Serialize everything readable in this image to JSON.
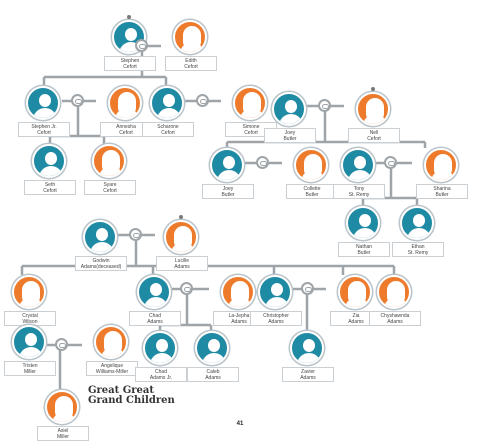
{
  "people": [
    {
      "id": "p1",
      "name": "Stephen\nCefort",
      "gender": "male",
      "pin": true
    },
    {
      "id": "p2",
      "name": "Edith\nCefort",
      "gender": "female",
      "pin": false
    },
    {
      "id": "p3",
      "name": "Stephen Jr.\nCefort",
      "gender": "male",
      "pin": false
    },
    {
      "id": "p4",
      "name": "Annesha\nCefort",
      "gender": "female",
      "pin": false
    },
    {
      "id": "p5",
      "name": "Scharone\nCefort",
      "gender": "male",
      "pin": false
    },
    {
      "id": "p6",
      "name": "Simone\nCefort",
      "gender": "female",
      "pin": false
    },
    {
      "id": "p7",
      "name": "Seth\nCefort",
      "gender": "male",
      "pin": false
    },
    {
      "id": "p8",
      "name": "Syare\nCefort",
      "gender": "female",
      "pin": false
    },
    {
      "id": "p9",
      "name": "Joey\nButler",
      "gender": "male",
      "pin": false
    },
    {
      "id": "p10",
      "name": "Nell\nCefort",
      "gender": "female",
      "pin": true
    },
    {
      "id": "p11",
      "name": "Joey\nButler",
      "gender": "male",
      "pin": false
    },
    {
      "id": "p12",
      "name": "Collette\nButler",
      "gender": "female",
      "pin": false
    },
    {
      "id": "p13",
      "name": "Tony\nSt. Remy",
      "gender": "male",
      "pin": false
    },
    {
      "id": "p14",
      "name": "Sharina\nButler",
      "gender": "female",
      "pin": false
    },
    {
      "id": "p15",
      "name": "Nathan\nButler",
      "gender": "male",
      "pin": false
    },
    {
      "id": "p16",
      "name": "Ethan\nSt. Remy",
      "gender": "male",
      "pin": false
    },
    {
      "id": "p17",
      "name": "Godwin\nAdams(deceased)",
      "gender": "male",
      "pin": false
    },
    {
      "id": "p18",
      "name": "Lucille\nAdams",
      "gender": "female",
      "pin": true
    },
    {
      "id": "p19",
      "name": "Crystal\nWilson",
      "gender": "female",
      "pin": false
    },
    {
      "id": "p20",
      "name": "Chad\nAdams",
      "gender": "male",
      "pin": false
    },
    {
      "id": "p21",
      "name": "La-Jepha\nAdams",
      "gender": "female",
      "pin": false
    },
    {
      "id": "p22",
      "name": "Christopher\nAdams",
      "gender": "male",
      "pin": false
    },
    {
      "id": "p23",
      "name": "Zia\nAdams",
      "gender": "female",
      "pin": false
    },
    {
      "id": "p24",
      "name": "Chyshawnda\nAdams",
      "gender": "female",
      "pin": false
    },
    {
      "id": "p25",
      "name": "Tristen\nMiller",
      "gender": "male",
      "pin": false
    },
    {
      "id": "p26",
      "name": "Angelique\nWilliams-Miller",
      "gender": "female",
      "pin": false
    },
    {
      "id": "p27",
      "name": "Chad\nAdams Jr.",
      "gender": "male",
      "pin": false
    },
    {
      "id": "p28",
      "name": "Caleb\nAdams",
      "gender": "male",
      "pin": false
    },
    {
      "id": "p29",
      "name": "Zavier\nAdams",
      "gender": "male",
      "pin": false
    },
    {
      "id": "p30",
      "name": "Asiel\nMiller",
      "gender": "female",
      "pin": false
    }
  ],
  "caption": "Great Great\nGrand Children",
  "page_number": "41",
  "colors": {
    "male": "#1f8aa3",
    "female": "#ee7b2c",
    "line": "#9ea4a8",
    "label_border": "#c9cfd3"
  }
}
